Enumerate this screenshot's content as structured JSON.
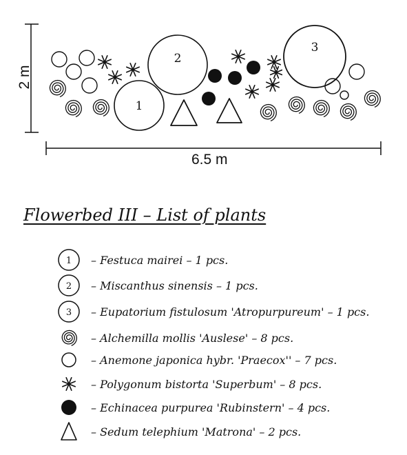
{
  "plan": {
    "height_label": "2 m",
    "width_label": "6.5 m",
    "numbers": {
      "one": "1",
      "two": "2",
      "three": "3"
    }
  },
  "list": {
    "title": "Flowerbed III – List of plants",
    "items": [
      {
        "symbol": "circle-1",
        "number": "1",
        "text": "– Festuca mairei – 1 pcs."
      },
      {
        "symbol": "circle-2",
        "number": "2",
        "text": "– Miscanthus sinensis – 1 pcs."
      },
      {
        "symbol": "circle-3",
        "number": "3",
        "text": "– Eupatorium fistulosum 'Atropurpureum' – 1 pcs."
      },
      {
        "symbol": "spiral",
        "text": "– Alchemilla mollis 'Auslese' – 8 pcs."
      },
      {
        "symbol": "open-circle",
        "text": "– Anemone japonica hybr. 'Praecox'' – 7 pcs."
      },
      {
        "symbol": "asterisk",
        "text": "– Polygonum bistorta 'Superbum' – 8 pcs."
      },
      {
        "symbol": "filled-circle",
        "text": "– Echinacea purpurea 'Rubinstern' – 4 pcs."
      },
      {
        "symbol": "triangle",
        "text": "– Sedum telephium 'Matrona' – 2 pcs."
      }
    ]
  }
}
